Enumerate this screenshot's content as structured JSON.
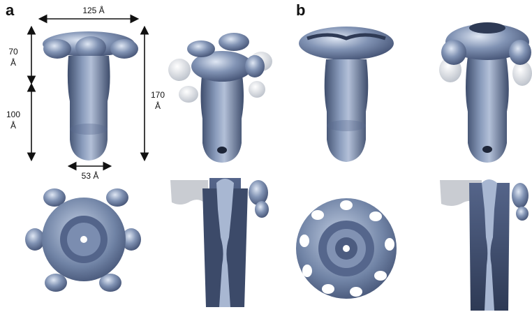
{
  "panels": {
    "a": "a",
    "b": "b"
  },
  "dimensions": {
    "width_top": "125 Å",
    "height_upper_value": "70",
    "height_upper_unit": "Å",
    "height_lower_value": "100",
    "height_lower_unit": "Å",
    "height_total_value": "170",
    "height_total_unit": "Å",
    "width_bottom": "53 Å"
  },
  "colors": {
    "density_main": "#7486a7",
    "density_dark": "#3e4d6c",
    "density_light": "#b3c0d8",
    "density_highlight": "#dfe7f4",
    "density_grey": "#cfd3da",
    "arrow": "#111111"
  }
}
